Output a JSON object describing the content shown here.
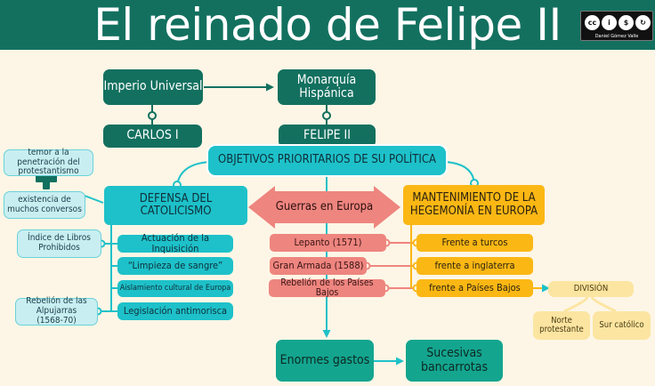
{
  "header": {
    "title": "El reinado de Felipe II",
    "license_author": "Daniel Gómez Valle"
  },
  "colors": {
    "header_bg": "#13705f",
    "background": "#fdf6e6",
    "dark_green": "#13705f",
    "cyan": "#1ec1c9",
    "light_cyan": "#c9eef1",
    "salmon": "#ee857f",
    "orange": "#fbb714",
    "pale_yellow": "#fce5a1"
  },
  "nodes": {
    "imperio": "Imperio Universal",
    "monarquia": "Monarquía Hispánica",
    "carlos": "CARLOS I",
    "felipe": "FELIPE II",
    "objetivos": "OBJETIVOS PRIORITARIOS DE SU POLÍTICA",
    "defensa": "DEFENSA DEL CATOLICISMO",
    "guerras": "Guerras en Europa",
    "mantenimiento": "MANTENIMIENTO DE LA HEGEMONÍA EN EUROPA",
    "temor": "temor a la penetración del protestantismo",
    "existencia": "existencia de muchos conversos",
    "indice": "Índice de Libros Prohibidos",
    "rebelion_alpujarras": "Rebelión de las Alpujarras (1568-70)",
    "inquisicion": "Actuación de la Inquisición",
    "limpieza": "“Limpieza de sangre”",
    "aislamiento": "Aislamiento cultural de Europa",
    "legislacion": "Legislación antimorisca",
    "lepanto": "Lepanto (1571)",
    "armada": "Gran Armada (1588)",
    "rebelion_paises": "Rebelión de los Países Bajos",
    "turcos": "Frente a turcos",
    "inglaterra": "frente a inglaterra",
    "paises_bajos": "frente a Países Bajos",
    "division": "DIVISIÓN",
    "norte": "Norte protestante",
    "sur": "Sur católico",
    "gastos": "Enormes gastos",
    "bancarrotas": "Sucesivas bancarrotas"
  }
}
